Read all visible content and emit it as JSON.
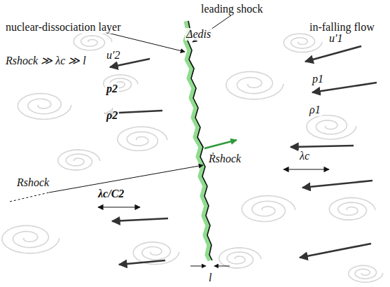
{
  "diagram": {
    "labels": [
      "leading shock",
      "nuclear-dissociation layer",
      "in-falling flow",
      "Rshock ≫ λc ≫ l",
      "Δedis",
      "u′1",
      "p1",
      "ρ1",
      "u′2",
      "p2",
      "ρ2",
      "Ṙshock",
      "Rshock",
      "λc",
      "λc/C2",
      "l"
    ]
  }
}
